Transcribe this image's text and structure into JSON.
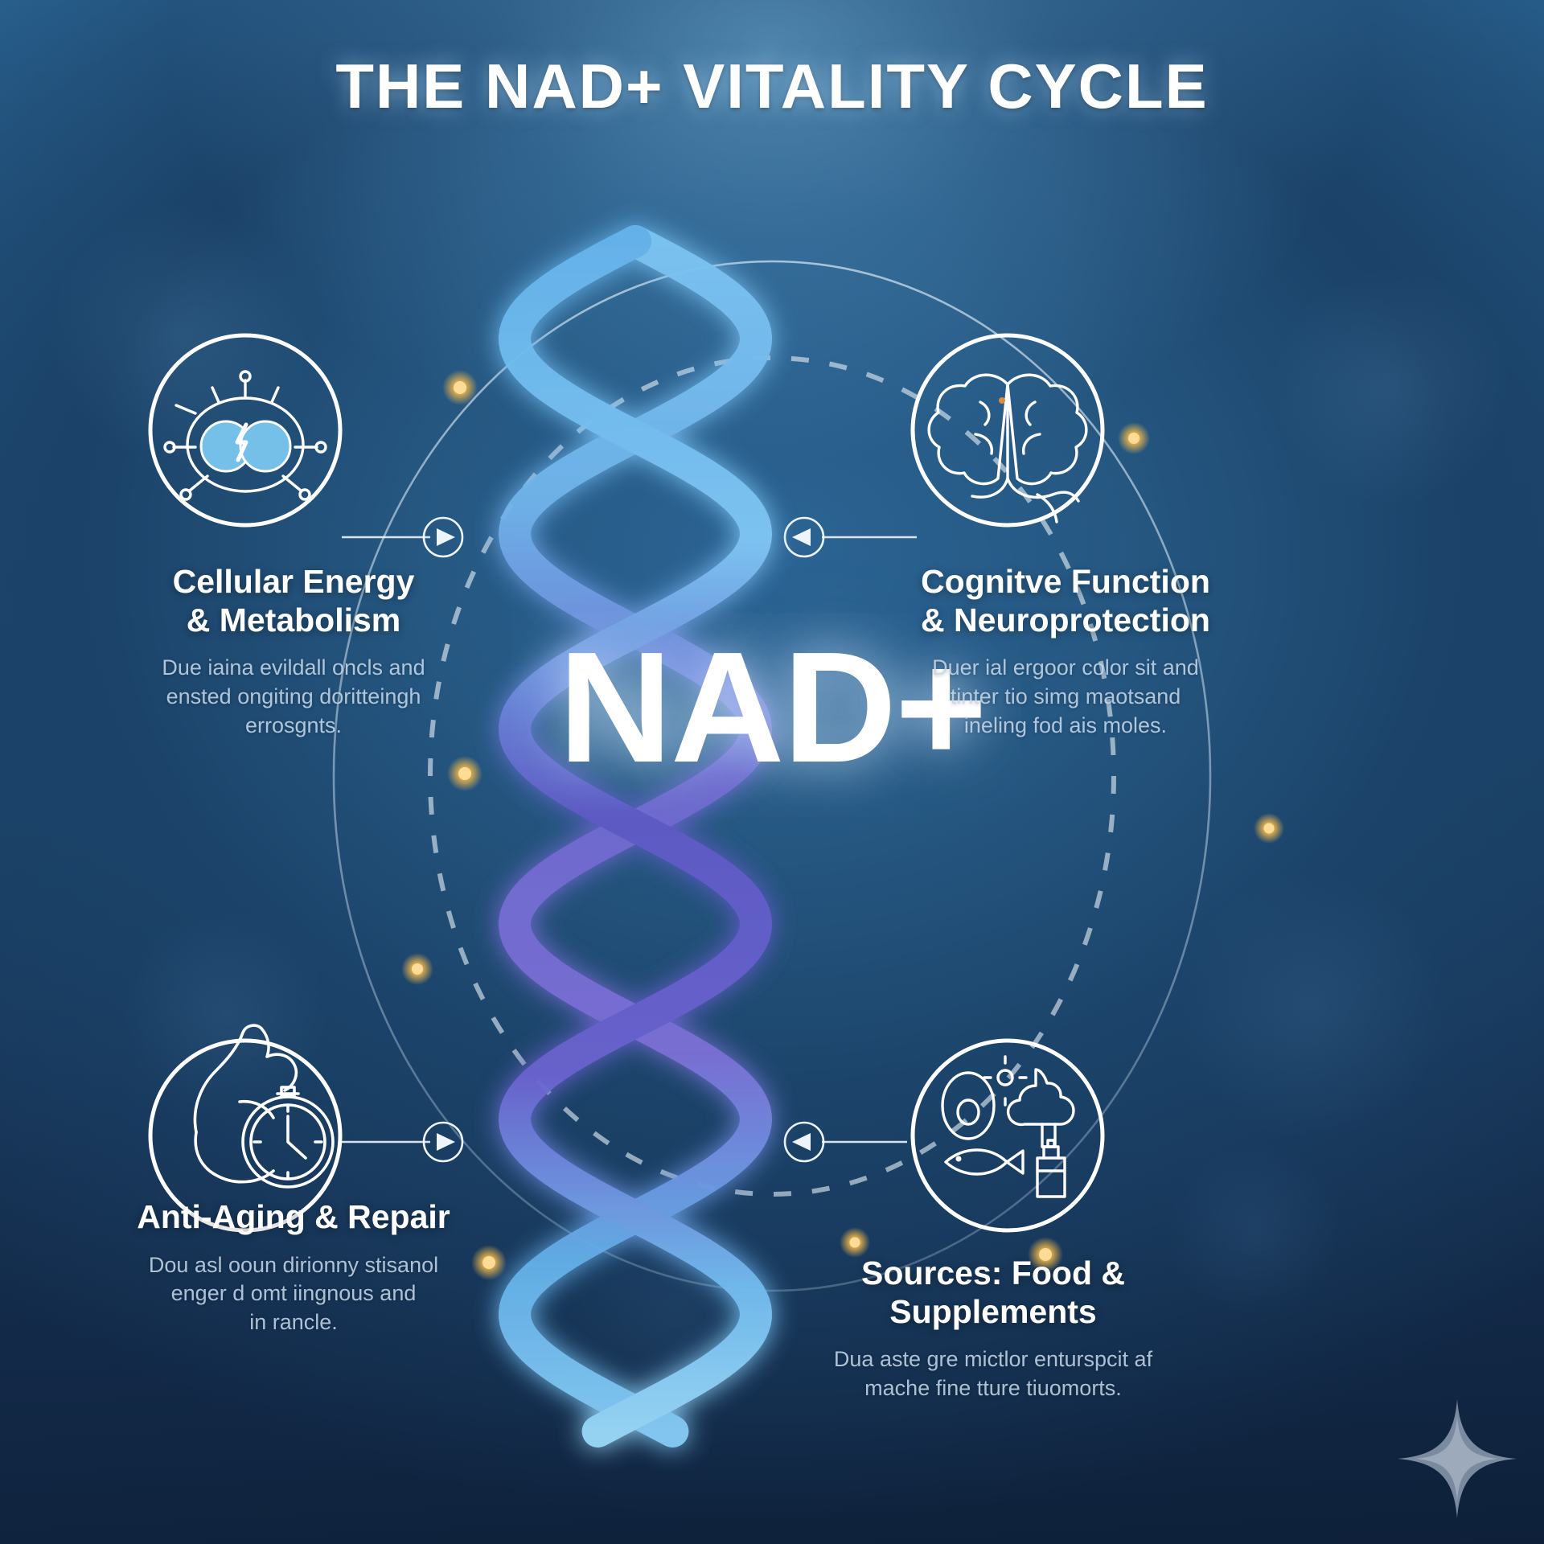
{
  "title": "THE NAD+ VITALITY CYCLE",
  "center": {
    "label": "NAD+"
  },
  "colors": {
    "background_top": "#2f6d9e",
    "background_bottom": "#0e2039",
    "accent_glow": "#f0b64a",
    "helix_blue": "#5aa7e0",
    "helix_violet": "#6a5fc0",
    "text_primary": "#ffffff",
    "text_secondary": "#c3d6e9"
  },
  "quadrants": [
    {
      "id": "cellular-energy",
      "icon": "cell-energy-bolt-icon",
      "title_line1": "Cellular Energy",
      "title_line2": "& Metabolism",
      "body_line1": "Due iaina evildall oncls and",
      "body_line2": "ensted ongiting doritteingh",
      "body_line3": "errosgnts.",
      "connector": "arrow-right-marker"
    },
    {
      "id": "cognitive-function",
      "icon": "brain-icon",
      "title_line1": "Cognitve Function",
      "title_line2": "& Neuroprotection",
      "body_line1": "Duer ial ergoor color sit and",
      "body_line2": "tinter tio simg maotsand",
      "body_line3": "ineling fod ais moles.",
      "connector": "arrow-left-marker"
    },
    {
      "id": "anti-aging-repair",
      "icon": "bicep-stopwatch-icon",
      "title_line1": "Anti-Aging & Repair",
      "title_line2": "",
      "body_line1": "Dou asl ooun dirionny stisanol",
      "body_line2": "enger d omt iingnous and",
      "body_line3": "in rancle.",
      "connector": "arrow-right-marker"
    },
    {
      "id": "sources-food-supplements",
      "icon": "avocado-broccoli-fish-bottle-icon",
      "title_line1": "Sources: Food & Supplements",
      "title_line2": "",
      "body_line1": "Dua aste gre mictlor enturspcit af",
      "body_line2": "mache fine tture tiuomorts.",
      "body_line3": "",
      "connector": "arrow-left-marker"
    }
  ],
  "decorations": {
    "sparkle": "four-point-sparkle-icon",
    "orbit_solid": "solid-orbit-ring",
    "orbit_dashed": "dashed-orbit-ring",
    "glow_nodes": 8
  }
}
